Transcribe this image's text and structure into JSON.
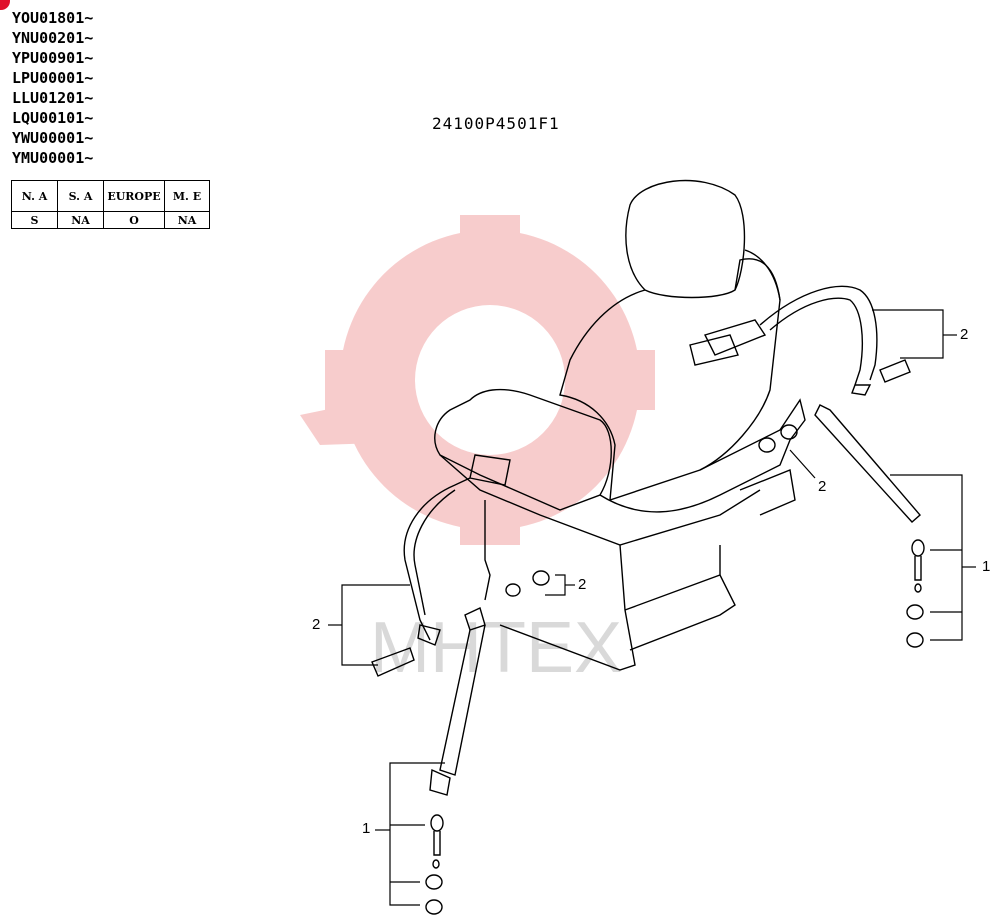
{
  "serial_numbers": [
    "YOU01801~",
    "YNU00201~",
    "YPU00901~",
    "LPU00001~",
    "LLU01201~",
    "LQU00101~",
    "YWU00001~",
    "YMU00001~"
  ],
  "market_table": {
    "headers": [
      "N. A",
      "S. A",
      "EUROPE",
      "M. E"
    ],
    "values": [
      "S",
      "NA",
      "O",
      "NA"
    ]
  },
  "part_number": "24100P4501F1",
  "callouts": {
    "right_upper": "2",
    "right_mid": "2",
    "center": "2",
    "left_upper": "2",
    "right_lower": "1",
    "left_lower": "1"
  },
  "watermark": {
    "text": "MHTEX",
    "color": "#f2b8b8"
  }
}
